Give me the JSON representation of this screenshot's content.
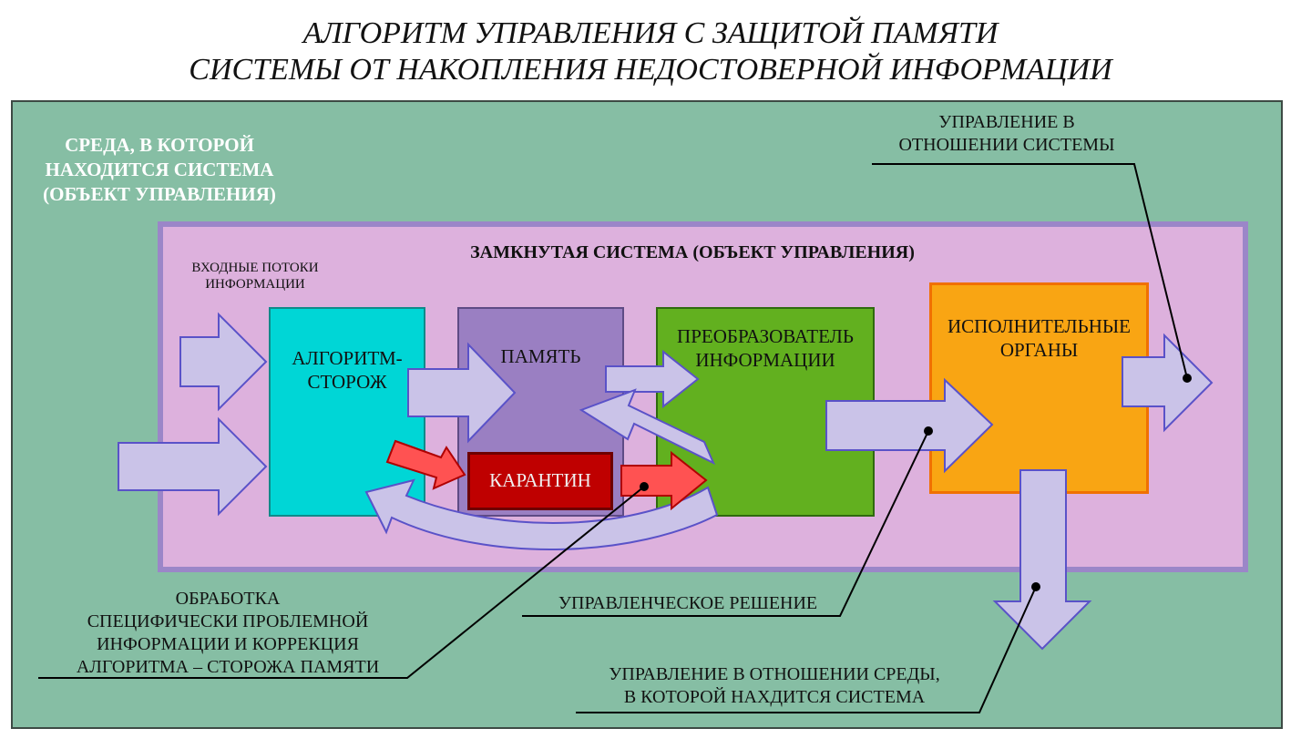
{
  "title": {
    "line1": "АЛГОРИТМ  УПРАВЛЕНИЯ С ЗАЩИТОЙ ПАМЯТИ",
    "line2": "СИСТЕМЫ ОТ НАКОПЛЕНИЯ НЕДОСТОВЕРНОЙ ИНФОРМАЦИИ"
  },
  "environment": {
    "label_lines": [
      "СРЕДА, В КОТОРОЙ",
      "НАХОДИТСЯ СИСТЕМА",
      "(ОБЪЕКТ УПРАВЛЕНИЯ)"
    ],
    "color": "#86bea4"
  },
  "system": {
    "title": "ЗАМКНУТАЯ СИСТЕМА (ОБЪЕКТ УПРАВЛЕНИЯ)",
    "color": "#ddb1dd",
    "border_color": "#9b86c8"
  },
  "input_flows": {
    "label_lines": [
      "ВХОДНЫЕ ПОТОКИ",
      "ИНФОРМАЦИИ"
    ]
  },
  "blocks": {
    "guard": {
      "lines": [
        "АЛГОРИТМ-",
        "СТОРОЖ"
      ],
      "color": "#00d6d6"
    },
    "memory": {
      "lines": [
        "ПАМЯТЬ"
      ],
      "color": "#9a7fc2"
    },
    "quarantine": {
      "lines": [
        "КАРАНТИН"
      ],
      "color": "#bf0000"
    },
    "converter": {
      "lines": [
        "ПРЕОБРАЗОВАТЕЛЬ",
        "ИНФОРМАЦИИ"
      ],
      "color": "#62b01f"
    },
    "executors": {
      "lines": [
        "ИСПОЛНИТЕЛЬНЫЕ",
        "ОРГАНЫ"
      ],
      "color": "#f9a513"
    }
  },
  "annotations": {
    "processing_lines": [
      "ОБРАБОТКА",
      "СПЕЦИФИЧЕСКИ ПРОБЛЕМНОЙ",
      "ИНФОРМАЦИИ И КОРРЕКЦИЯ",
      "АЛГОРИТМА – СТОРОЖА ПАМЯТИ"
    ],
    "decision": "УПРАВЛЕНЧЕСКОЕ РЕШЕНИЕ",
    "env_control_lines": [
      "УПРАВЛЕНИЕ В ОТНОШЕНИИ СРЕДЫ,",
      "В КОТОРОЙ НАХДИТСЯ СИСТЕМА"
    ],
    "system_control_lines": [
      "УПРАВЛЕНИЕ В",
      "ОТНОШЕНИИ СИСТЕМЫ"
    ]
  },
  "colors": {
    "flow_arrow": "#cac3e8",
    "flow_arrow_border": "#5a52c8",
    "red_arrow": "#ff5252",
    "red_arrow_border": "#b00000"
  }
}
